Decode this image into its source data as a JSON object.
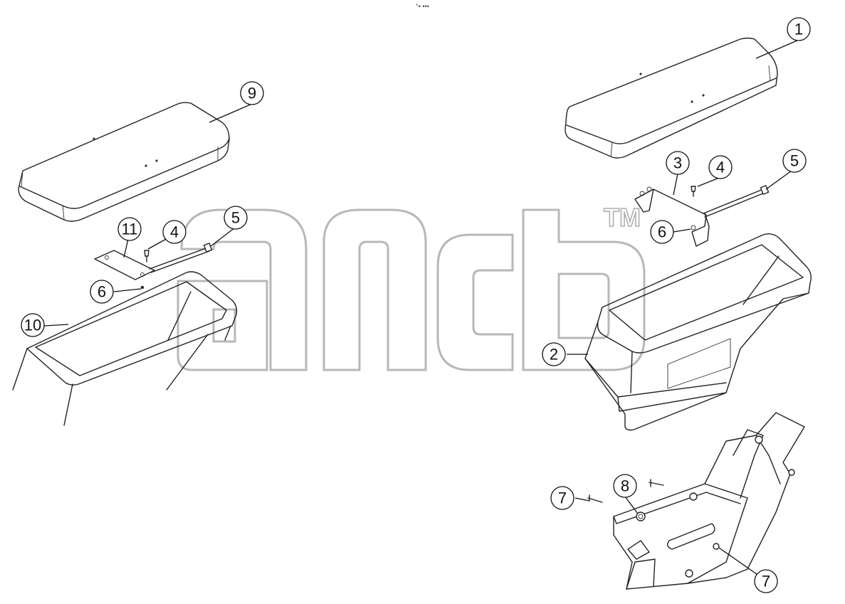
{
  "header": {
    "mark": "°• •••"
  },
  "watermark": {
    "tm": "TM"
  },
  "callouts": [
    {
      "id": "c1",
      "label": "1"
    },
    {
      "id": "c2",
      "label": "2"
    },
    {
      "id": "c3",
      "label": "3"
    },
    {
      "id": "c4r",
      "label": "4"
    },
    {
      "id": "c5r",
      "label": "5"
    },
    {
      "id": "c6r",
      "label": "6"
    },
    {
      "id": "c7a",
      "label": "7"
    },
    {
      "id": "c7b",
      "label": "7"
    },
    {
      "id": "c8",
      "label": "8"
    },
    {
      "id": "c9",
      "label": "9"
    },
    {
      "id": "c11",
      "label": "11"
    },
    {
      "id": "c4l",
      "label": "4"
    },
    {
      "id": "c5l",
      "label": "5"
    },
    {
      "id": "c6l",
      "label": "6"
    },
    {
      "id": "c10",
      "label": "10"
    }
  ]
}
